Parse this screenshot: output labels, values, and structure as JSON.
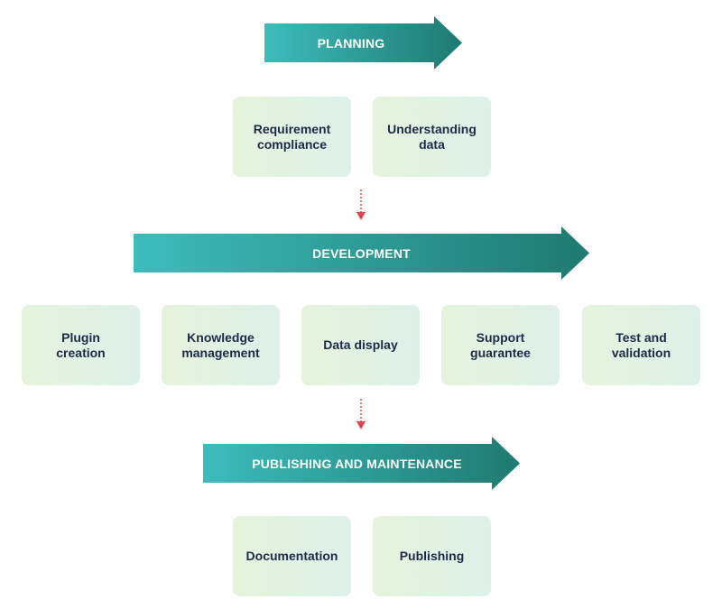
{
  "phases": [
    {
      "title": "PLANNING",
      "items": [
        "Requirement\ncompliance",
        "Understanding\ndata"
      ]
    },
    {
      "title": "DEVELOPMENT",
      "items": [
        "Plugin\ncreation",
        "Knowledge\nmanagement",
        "Data display",
        "Support\nguarantee",
        "Test and\nvalidation"
      ]
    },
    {
      "title": "PUBLISHING AND MAINTENANCE",
      "items": [
        "Documentation",
        "Publishing"
      ]
    }
  ],
  "colors": {
    "arrow_start": "#3dbcbc",
    "arrow_end": "#1f7a70",
    "box_start": "#e6f3dc",
    "box_end": "#ddf0e9",
    "text": "#1c2a4a",
    "connector": "#e4404b"
  }
}
